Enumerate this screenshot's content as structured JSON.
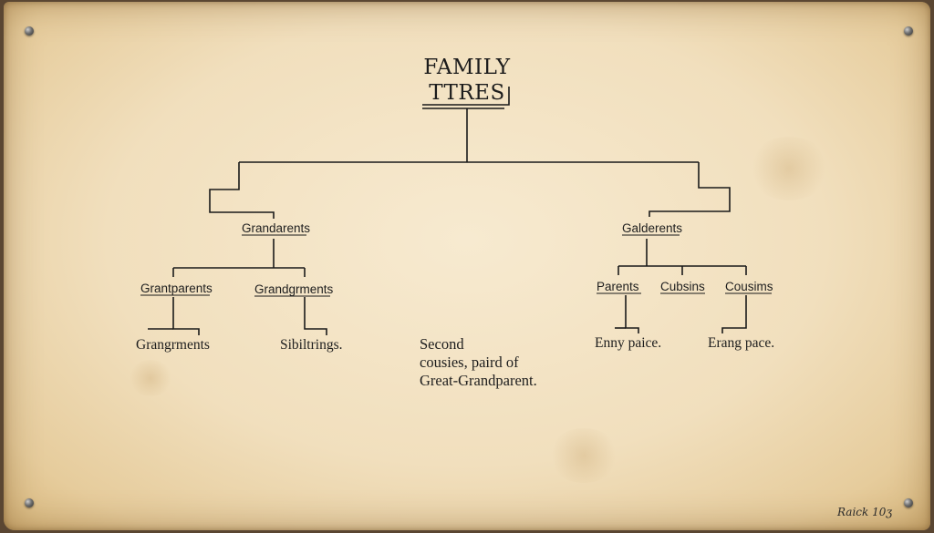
{
  "title": {
    "line1": "FAMILY",
    "line2": "TTRES"
  },
  "left_branch": {
    "label": "Grandarents",
    "children": [
      {
        "label": "Grantparents",
        "leaf": "Grangrments"
      },
      {
        "label": "Grandgrments",
        "leaf": "Sibiltrings."
      }
    ]
  },
  "right_branch": {
    "label": "Galderents",
    "children": [
      {
        "label": "Parents",
        "leaf": "Enny paice."
      },
      {
        "label": "Cubsins",
        "leaf": ""
      },
      {
        "label": "Cousims",
        "leaf": "Erang pace."
      }
    ]
  },
  "note": {
    "line1": "Second",
    "line2": "cousies, paird of",
    "line3": "Great-Grandparent."
  },
  "signature": "Raick 10ʒ",
  "colors": {
    "parchment": "#f1dfbd",
    "ink": "#1e1e1e"
  }
}
